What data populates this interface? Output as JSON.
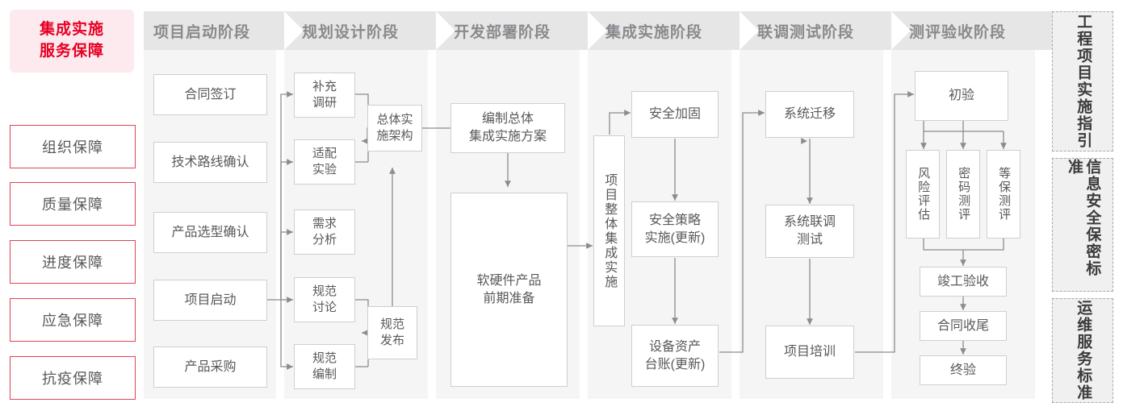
{
  "sidebar": {
    "title": "集成实施\n服务保障",
    "title_line1": "集成实施",
    "title_line2": "服务保障",
    "items": [
      {
        "label": "组织保障"
      },
      {
        "label": "质量保障"
      },
      {
        "label": "进度保障"
      },
      {
        "label": "应急保障"
      },
      {
        "label": "抗疫保障"
      }
    ]
  },
  "phases": [
    {
      "id": "start",
      "label": "项目启动阶段"
    },
    {
      "id": "plan",
      "label": "规划设计阶段"
    },
    {
      "id": "deploy",
      "label": "开发部署阶段"
    },
    {
      "id": "integrate",
      "label": "集成实施阶段"
    },
    {
      "id": "test",
      "label": "联调测试阶段"
    },
    {
      "id": "accept",
      "label": "测评验收阶段"
    }
  ],
  "nodes": {
    "c1": [
      {
        "label": "合同签订"
      },
      {
        "label": "技术路线确认"
      },
      {
        "label": "产品选型确认"
      },
      {
        "label": "项目启动"
      },
      {
        "label": "产品采购"
      }
    ],
    "c2": [
      {
        "label": "补充\n调研",
        "l1": "补充",
        "l2": "调研"
      },
      {
        "label": "适配\n实验",
        "l1": "适配",
        "l2": "实验"
      },
      {
        "label": "需求\n分析",
        "l1": "需求",
        "l2": "分析"
      },
      {
        "label": "规范\n讨论",
        "l1": "规范",
        "l2": "讨论"
      },
      {
        "label": "规范\n编制",
        "l1": "规范",
        "l2": "编制"
      }
    ],
    "c2b": [
      {
        "label": "总体实\n施架构",
        "l1": "总体实",
        "l2": "施架构"
      },
      {
        "label": "规范\n发布",
        "l1": "规范",
        "l2": "发布"
      }
    ],
    "c3": [
      {
        "label": "编制总体\n集成实施方案",
        "l1": "编制总体",
        "l2": "集成实施方案"
      },
      {
        "label": "软硬件产品\n前期准备",
        "l1": "软硬件产品",
        "l2": "前期准备"
      }
    ],
    "c4_spine": {
      "label": "项目整体集成实施"
    },
    "c4": [
      {
        "label": "安全加固",
        "l1": "安全加固",
        "l2": ""
      },
      {
        "label": "安全策略\n实施(更新)",
        "l1": "安全策略",
        "l2": "实施(更新)"
      },
      {
        "label": "设备资产\n台账(更新)",
        "l1": "设备资产",
        "l2": "台账(更新)"
      }
    ],
    "c5": [
      {
        "label": "系统迁移",
        "l1": "系统迁移",
        "l2": ""
      },
      {
        "label": "系统联调\n测试",
        "l1": "系统联调",
        "l2": "测试"
      },
      {
        "label": "项目培训",
        "l1": "项目培训",
        "l2": ""
      }
    ],
    "c6_top": {
      "label": "初验"
    },
    "c6_mid": [
      {
        "label": "风险评估"
      },
      {
        "label": "密码测评"
      },
      {
        "label": "等保测评"
      }
    ],
    "c6_bottom": [
      {
        "label": "竣工验收"
      },
      {
        "label": "合同收尾"
      },
      {
        "label": "终验"
      }
    ]
  },
  "right_panels": [
    {
      "label": "工程项目实施指引"
    },
    {
      "label": "信息安全保密标准"
    },
    {
      "label": "运维服务标准"
    }
  ],
  "colors": {
    "accent_red": "#e60024",
    "accent_border": "#e04257",
    "title_bg": "#fdeaee",
    "column_bg": "#f5f5f5",
    "header_bg": "#e6e6e6",
    "header_text": "#8a8a8e",
    "node_border": "#cfcfd2",
    "node_text": "#59595c",
    "wire": "#8c8c90"
  }
}
